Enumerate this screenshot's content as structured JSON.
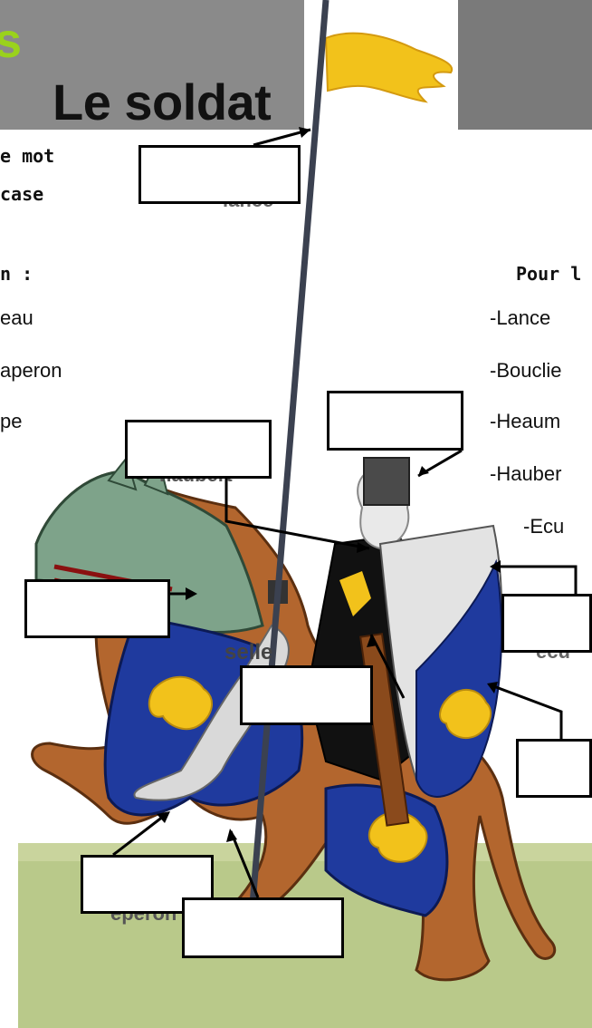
{
  "header": {
    "title": "Le soldat",
    "corner_glyph": "s"
  },
  "instructions": {
    "line1": "e mot",
    "line2": "case"
  },
  "left_list": {
    "heading": "n :",
    "items": [
      "eau",
      "aperon",
      "pe"
    ]
  },
  "right_list": {
    "heading": "Pour l",
    "items": [
      "-Lance",
      "-Bouclie",
      "-Heaum",
      "-Hauber",
      "-Ecu"
    ]
  },
  "figure_labels": {
    "lance_hint": "lance",
    "hauberk_hint": "haubert",
    "selle": "selle",
    "ecu_hint": "ecu",
    "eperon_hint": "eperon"
  },
  "colors": {
    "banner": "#8a8a8a",
    "accent_green": "#9ad21c",
    "pennant": "#f2c21b",
    "heraldic_blue": "#1f3a9e",
    "horse": "#b3662e",
    "grass": "#b9c98a"
  }
}
